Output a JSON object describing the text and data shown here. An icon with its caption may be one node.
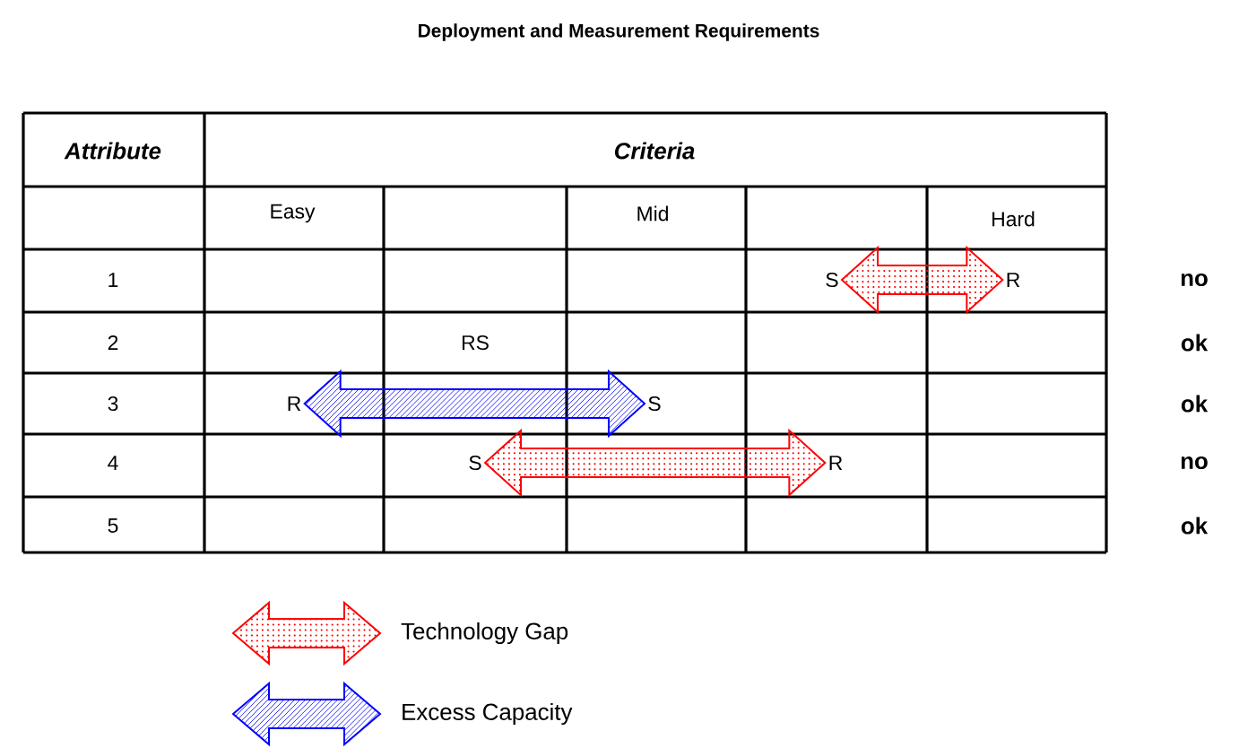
{
  "diagram": {
    "title": "Deployment and Measurement Requirements",
    "nodes": [
      {
        "text": [
          "S"
        ]
      },
      {
        "text": [
          "R"
        ]
      },
      {
        "text": [
          "R"
        ]
      },
      {
        "text": [
          "S"
        ]
      },
      {
        "text": [
          "S"
        ]
      },
      {
        "text": [
          "R"
        ]
      }
    ],
    "edges": [
      {
        "from": 0,
        "to": 1,
        "arrow": "both"
      },
      {
        "from": 3,
        "to": 2,
        "arrow": "both",
        "color": "#0000ff"
      },
      {
        "from": 4,
        "to": 5,
        "arrow": "both"
      }
    ],
    "labels": [
      "Attribute",
      "Criteria",
      "Easy",
      "Mid",
      "Hard",
      "1",
      "no",
      "2",
      "RS",
      "ok",
      "3",
      "ok",
      "4",
      "no",
      "5",
      "ok"
    ],
    "legend": [
      {
        "text": "Technology Gap"
      },
      {
        "text": "Excess Capacity"
      }
    ]
  }
}
